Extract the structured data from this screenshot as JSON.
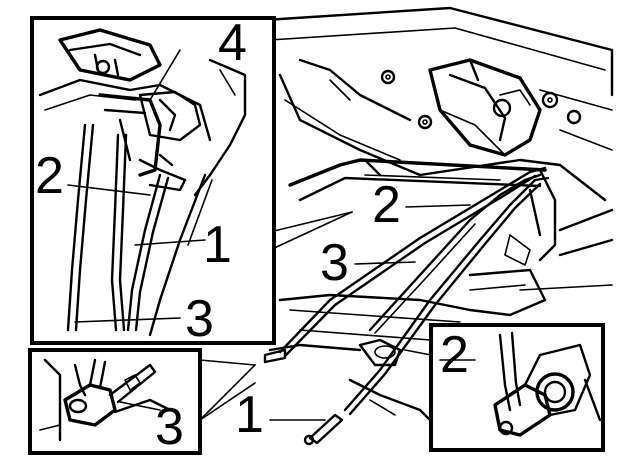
{
  "callouts": {
    "inset_top_left": {
      "num_4": "4",
      "num_2": "2",
      "num_1": "1",
      "num_3": "3"
    },
    "main_view": {
      "num_2": "2",
      "num_3": "3",
      "num_1": "1"
    },
    "inset_bottom_left": {
      "num_3": "3"
    },
    "inset_bottom_right": {
      "num_2": "2"
    }
  }
}
